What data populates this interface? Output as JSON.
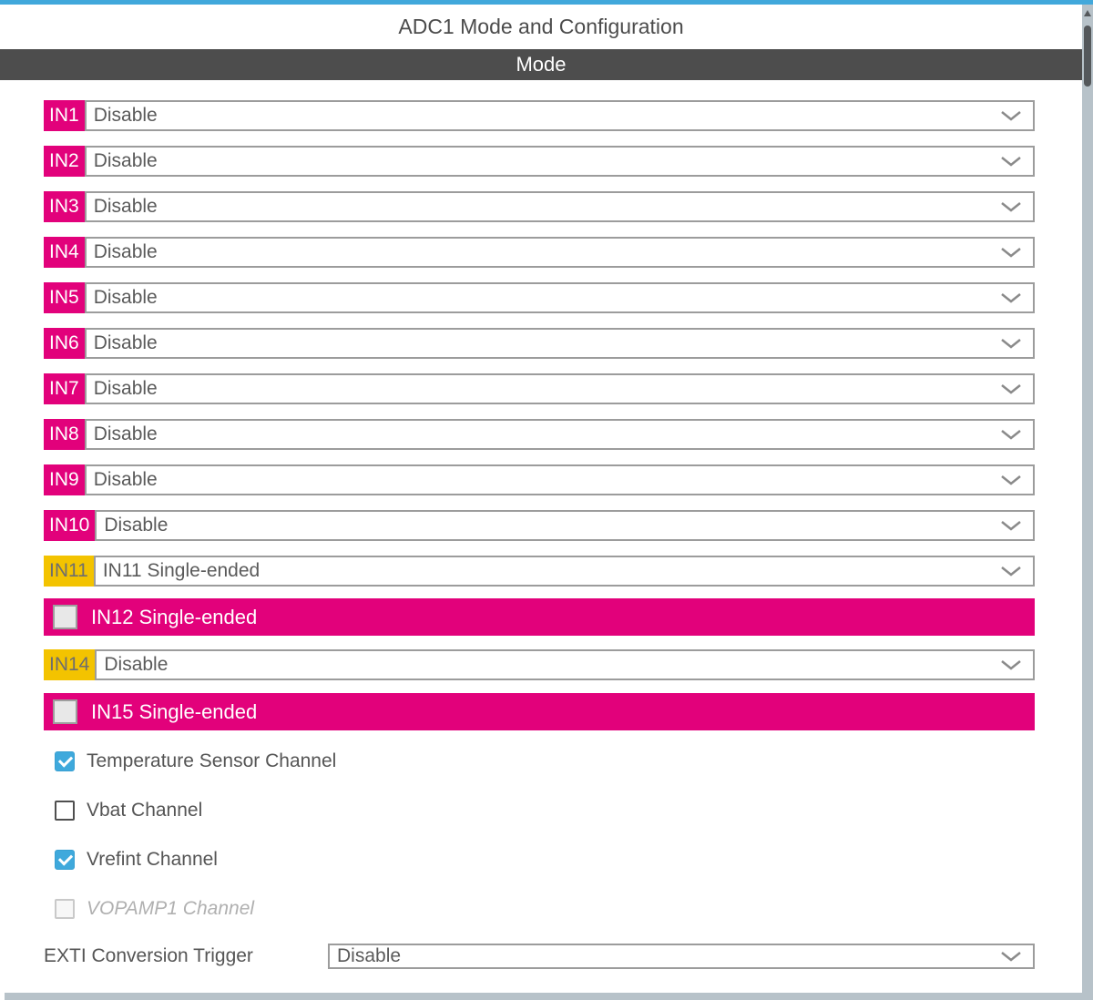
{
  "header": {
    "title": "ADC1 Mode and Configuration",
    "section_label": "Mode"
  },
  "colors": {
    "accent_pink": "#E2017B",
    "accent_yellow": "#F3C300",
    "checkbox_blue": "#3FA9DC",
    "mode_bar_gray": "#4D4D4D",
    "top_line_blue": "#41A8DB",
    "scrollbar_track": "#B7C2C9"
  },
  "channel_rows": [
    {
      "type": "dropdown",
      "label": "IN1",
      "label_style": "pink",
      "value": "Disable"
    },
    {
      "type": "dropdown",
      "label": "IN2",
      "label_style": "pink",
      "value": "Disable"
    },
    {
      "type": "dropdown",
      "label": "IN3",
      "label_style": "pink",
      "value": "Disable"
    },
    {
      "type": "dropdown",
      "label": "IN4",
      "label_style": "pink",
      "value": "Disable"
    },
    {
      "type": "dropdown",
      "label": "IN5",
      "label_style": "pink",
      "value": "Disable"
    },
    {
      "type": "dropdown",
      "label": "IN6",
      "label_style": "pink",
      "value": "Disable"
    },
    {
      "type": "dropdown",
      "label": "IN7",
      "label_style": "pink",
      "value": "Disable"
    },
    {
      "type": "dropdown",
      "label": "IN8",
      "label_style": "pink",
      "value": "Disable"
    },
    {
      "type": "dropdown",
      "label": "IN9",
      "label_style": "pink",
      "value": "Disable"
    },
    {
      "type": "dropdown",
      "label": "IN10",
      "label_style": "pink",
      "value": "Disable"
    },
    {
      "type": "dropdown",
      "label": "IN11",
      "label_style": "yellow",
      "value": "IN11 Single-ended"
    },
    {
      "type": "checkbox_bar",
      "label": "IN12 Single-ended",
      "checked": false
    },
    {
      "type": "dropdown",
      "label": "IN14",
      "label_style": "yellow",
      "value": "Disable"
    },
    {
      "type": "checkbox_bar",
      "label": "IN15 Single-ended",
      "checked": false
    }
  ],
  "option_checkboxes": [
    {
      "label": "Temperature Sensor Channel",
      "checked": true,
      "disabled": false
    },
    {
      "label": "Vbat Channel",
      "checked": false,
      "disabled": false
    },
    {
      "label": "Vrefint Channel",
      "checked": true,
      "disabled": false
    },
    {
      "label": "VOPAMP1 Channel",
      "checked": false,
      "disabled": true
    }
  ],
  "exti_trigger": {
    "label": "EXTI Conversion Trigger",
    "value": "Disable"
  }
}
